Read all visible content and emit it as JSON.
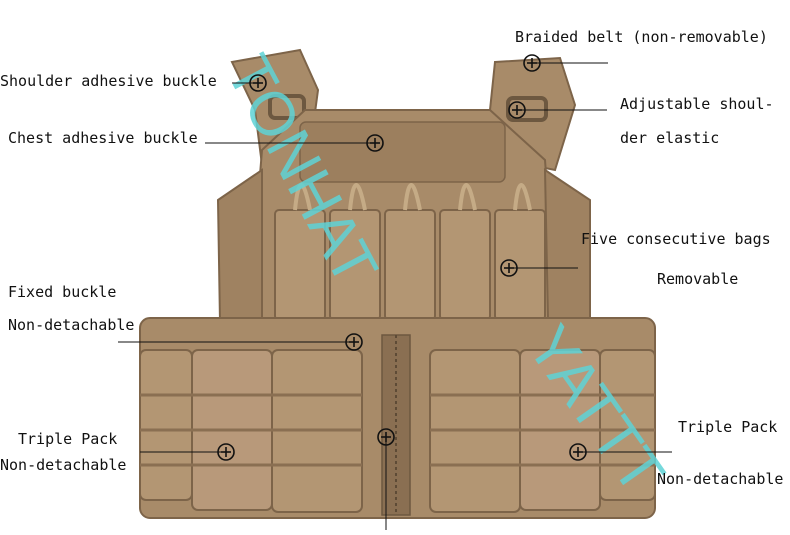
{
  "labels": {
    "braided_belt": "Braided belt (non-removable)",
    "shoulder_buckle": "Shoulder adhesive buckle",
    "adjustable_1": "Adjustable shoul-",
    "adjustable_2": "der elastic",
    "chest_buckle": "Chest adhesive buckle",
    "five_bags": "Five consecutive bags",
    "removable": "Removable",
    "fixed_buckle": "Fixed buckle",
    "non_detachable_top": "Non-detachable",
    "triple_left": "Triple Pack",
    "non_det_left": "Non-detachable",
    "triple_right": "Triple Pack",
    "non_det_right": "Non-detachable"
  },
  "watermark": {
    "text_1": "TONHAT",
    "text_2": "YATTT",
    "color": "#5fd3d6"
  },
  "colors": {
    "vest": "#a88b69",
    "vest_dark": "#8a6f52",
    "vest_light": "#c1a682",
    "pouch": "#b39673",
    "line": "#111111"
  }
}
